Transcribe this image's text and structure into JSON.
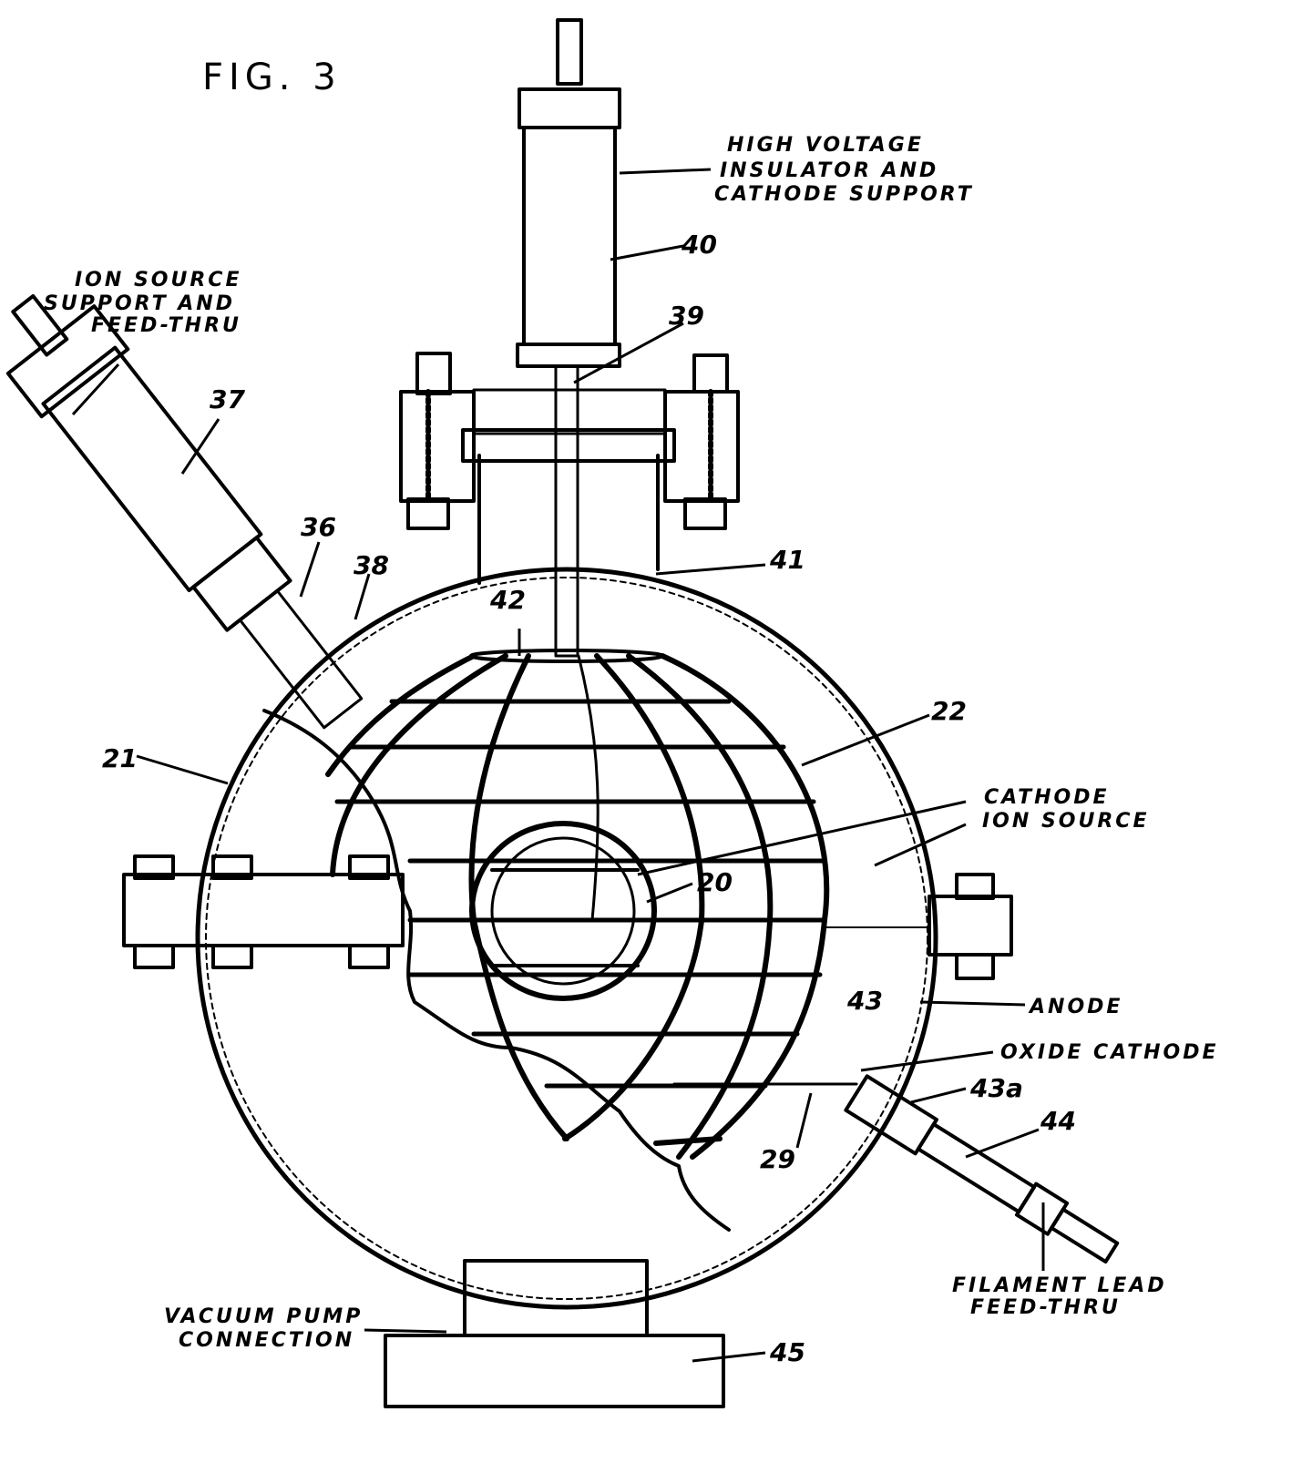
{
  "figure": {
    "title": "FIG. 3"
  },
  "labels": {
    "hv_insulator": [
      "HIGH VOLTAGE",
      "INSULATOR AND",
      "CATHODE SUPPORT"
    ],
    "ion_source_support": [
      "ION SOURCE",
      "SUPPORT AND",
      "FEED-THRU"
    ],
    "cathode_ion_source": [
      "CATHODE",
      "ION SOURCE"
    ],
    "anode": "ANODE",
    "oxide_cathode": "OXIDE CATHODE",
    "filament_lead": [
      "FILAMENT LEAD",
      "FEED-THRU"
    ],
    "vacuum_pump": [
      "VACUUM PUMP",
      "CONNECTION"
    ]
  },
  "reference_numerals": {
    "n40": "40",
    "n39": "39",
    "n37": "37",
    "n36": "36",
    "n38": "38",
    "n41": "41",
    "n42": "42",
    "n22": "22",
    "n21": "21",
    "n20": "20",
    "n43": "43",
    "n43a": "43a",
    "n44": "44",
    "n29": "29",
    "n45": "45"
  }
}
